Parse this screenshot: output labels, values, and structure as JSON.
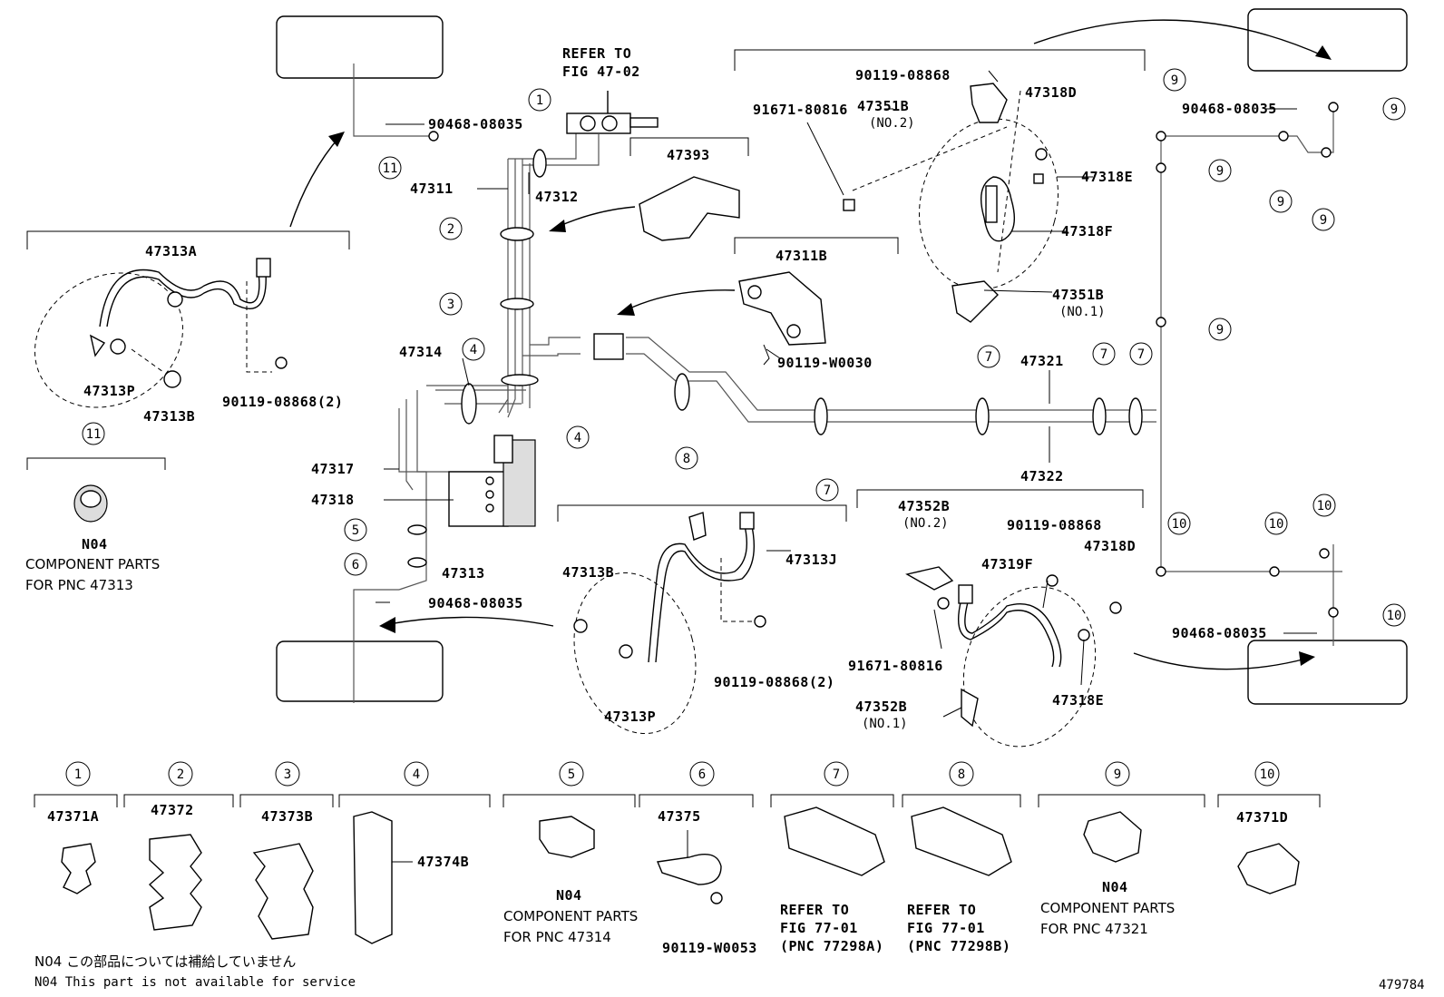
{
  "labels": {
    "refer_47_02": "REFER TO",
    "refer_47_02_b": "FIG 47-02",
    "p90468_top": "90468-08035",
    "p47311": "47311",
    "p47312": "47312",
    "p47393": "47393",
    "p47313A": "47313A",
    "p47313P_left": "47313P",
    "p47313B_left": "47313B",
    "p90119_08868_2_left": "90119-08868(2)",
    "p47314": "47314",
    "p47317": "47317",
    "p47318": "47318",
    "p47313": "47313",
    "p90468_lower": "90468-08035",
    "p90119_08868_top": "90119-08868",
    "p47351B_top": "47351B",
    "no2_a": "(NO.2)",
    "p91671_top": "91671-80816",
    "p47318D_top": "47318D",
    "p47318E_top": "47318E",
    "p47318F": "47318F",
    "p47351B_bot": "47351B",
    "no1_a": "(NO.1)",
    "p47311B": "47311B",
    "p90119_W0030": "90119-W0030",
    "p47321": "47321",
    "p47322": "47322",
    "p90468_right_top": "90468-08035",
    "p90468_right_bot": "90468-08035",
    "p47313B_mid": "47313B",
    "p47313J": "47313J",
    "p90119_08868_2_mid": "90119-08868(2)",
    "p47313P_mid": "47313P",
    "p47352B_top": "47352B",
    "no2_b": "(NO.2)",
    "p90119_08868_right": "90119-08868",
    "p47319F": "47319F",
    "p47318D_bot": "47318D",
    "p91671_bot": "91671-80816",
    "p47352B_bot": "47352B",
    "no1_b": "(NO.1)",
    "p47318E_bot": "47318E",
    "n04_left": "N04",
    "comp_left_1": "COMPONENT PARTS",
    "comp_left_2": "FOR PNC 47313"
  },
  "bottom_parts": [
    {
      "circle": "1",
      "part": "47371A"
    },
    {
      "circle": "2",
      "part": "47372"
    },
    {
      "circle": "3",
      "part": "47373B"
    },
    {
      "circle": "4",
      "part": "47374B"
    },
    {
      "circle": "5",
      "part": "N04",
      "line1": "COMPONENT PARTS",
      "line2": "FOR PNC 47314"
    },
    {
      "circle": "6",
      "part": "47375",
      "extra": "90119-W0053"
    },
    {
      "circle": "7",
      "line1": "REFER TO",
      "line2": "FIG 77-01",
      "line3": "(PNC 77298A)"
    },
    {
      "circle": "8",
      "line1": "REFER TO",
      "line2": "FIG 77-01",
      "line3": "(PNC 77298B)"
    },
    {
      "circle": "9",
      "part": "N04",
      "line1": "COMPONENT PARTS",
      "line2": "FOR PNC 47321"
    },
    {
      "circle": "10",
      "part": "47371D"
    }
  ],
  "circle_refs": {
    "c1": "1",
    "c2": "2",
    "c3": "3",
    "c4": "4",
    "c5": "5",
    "c6": "6",
    "c7": "7",
    "c8": "8",
    "c9": "9",
    "c10": "10",
    "c11": "11"
  },
  "footer": {
    "note_jp": "N04 この部品については補給していません",
    "note_en": "N04 This part is not available for service",
    "figure_id": "479784"
  }
}
